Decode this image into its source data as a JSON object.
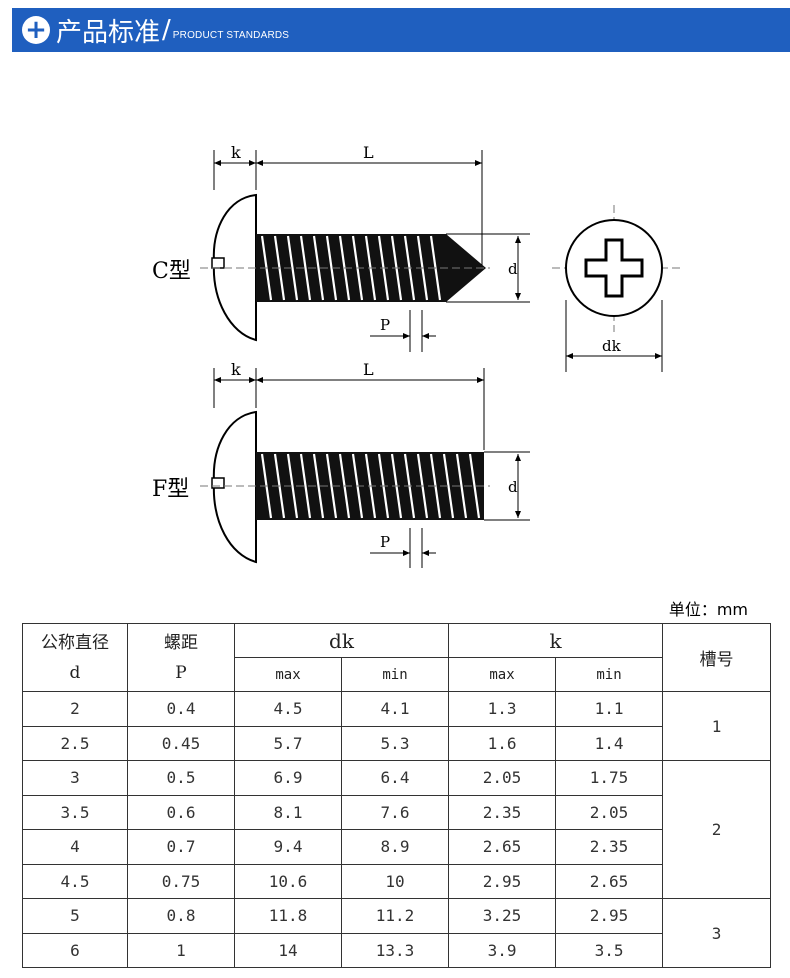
{
  "header": {
    "plus_icon": "+",
    "title": "产品标准",
    "slash": "/",
    "subtitle": "PRODUCT STANDARDS",
    "color": "#1f5fbf"
  },
  "diagram": {
    "labels": {
      "k": "k",
      "L": "L",
      "d": "d",
      "P": "P",
      "dk": "dk",
      "c_type": "C型",
      "f_type": "F型"
    }
  },
  "unit_label": "单位：mm",
  "table": {
    "headers": {
      "nominal_diameter": "公称直径",
      "d": "d",
      "pitch": "螺距",
      "P": "P",
      "dk": "dk",
      "k": "k",
      "slot": "槽号",
      "max": "max",
      "min": "min"
    },
    "rows": [
      {
        "d": "2",
        "p": "0.4",
        "dk_max": "4.5",
        "dk_min": "4.1",
        "k_max": "1.3",
        "k_min": "1.1"
      },
      {
        "d": "2.5",
        "p": "0.45",
        "dk_max": "5.7",
        "dk_min": "5.3",
        "k_max": "1.6",
        "k_min": "1.4"
      },
      {
        "d": "3",
        "p": "0.5",
        "dk_max": "6.9",
        "dk_min": "6.4",
        "k_max": "2.05",
        "k_min": "1.75"
      },
      {
        "d": "3.5",
        "p": "0.6",
        "dk_max": "8.1",
        "dk_min": "7.6",
        "k_max": "2.35",
        "k_min": "2.05"
      },
      {
        "d": "4",
        "p": "0.7",
        "dk_max": "9.4",
        "dk_min": "8.9",
        "k_max": "2.65",
        "k_min": "2.35"
      },
      {
        "d": "4.5",
        "p": "0.75",
        "dk_max": "10.6",
        "dk_min": "10",
        "k_max": "2.95",
        "k_min": "2.65"
      },
      {
        "d": "5",
        "p": "0.8",
        "dk_max": "11.8",
        "dk_min": "11.2",
        "k_max": "3.25",
        "k_min": "2.95"
      },
      {
        "d": "6",
        "p": "1",
        "dk_max": "14",
        "dk_min": "13.3",
        "k_max": "3.9",
        "k_min": "3.5"
      }
    ],
    "slots": [
      "1",
      "2",
      "3"
    ]
  }
}
